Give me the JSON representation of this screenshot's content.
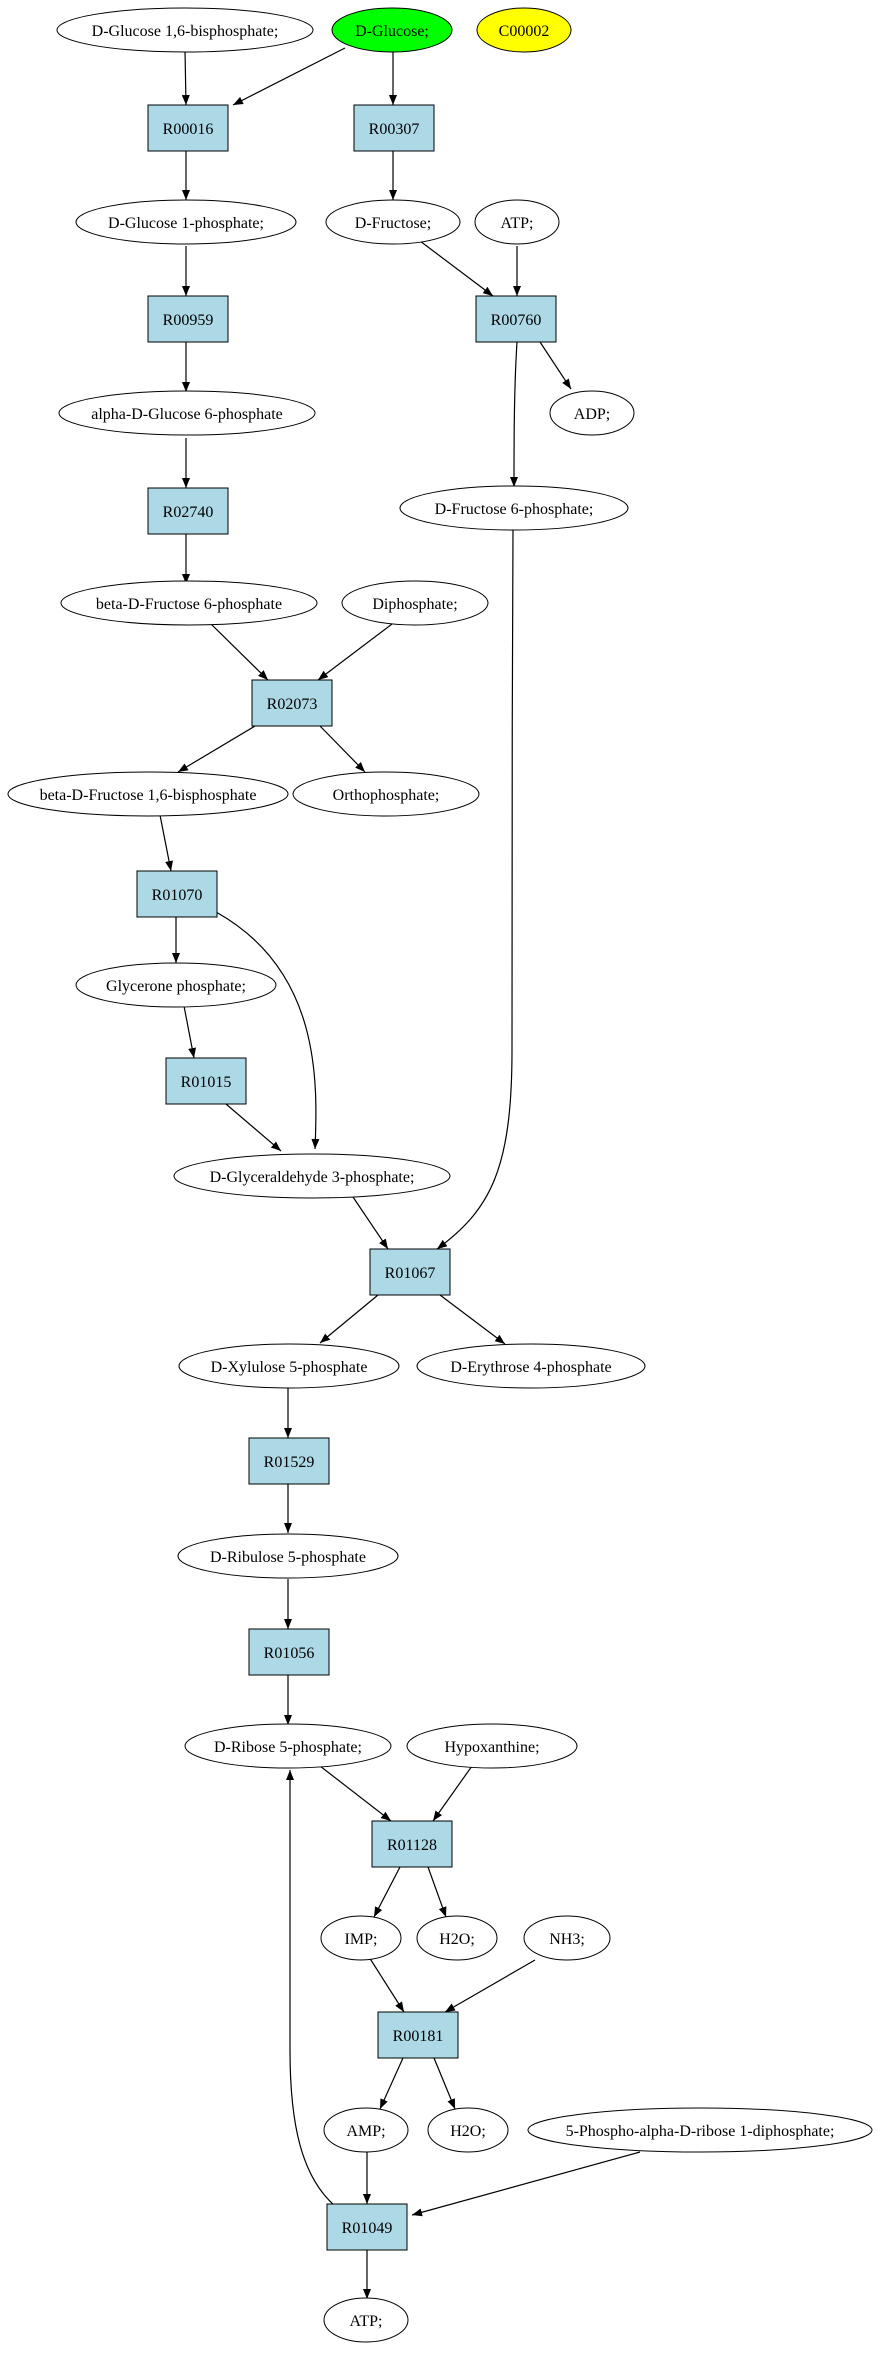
{
  "compounds": {
    "g16bp": "D-Glucose 1,6-bisphosphate;",
    "glucose": "D-Glucose;",
    "c00002": "C00002",
    "g1p": "D-Glucose 1-phosphate;",
    "fructose": "D-Fructose;",
    "atp_top": "ATP;",
    "ag6p": "alpha-D-Glucose 6-phosphate",
    "adp": "ADP;",
    "f6p": "D-Fructose 6-phosphate;",
    "bf6p": "beta-D-Fructose 6-phosphate",
    "diphosphate": "Diphosphate;",
    "bf16bp": "beta-D-Fructose 1,6-bisphosphate",
    "orthophosphate": "Orthophosphate;",
    "glycerone": "Glycerone phosphate;",
    "g3p": "D-Glyceraldehyde 3-phosphate;",
    "x5p": "D-Xylulose 5-phosphate",
    "e4p": "D-Erythrose 4-phosphate",
    "ru5p": "D-Ribulose 5-phosphate",
    "r5p": "D-Ribose 5-phosphate;",
    "hypoxanthine": "Hypoxanthine;",
    "imp": "IMP;",
    "h2o_1": "H2O;",
    "nh3": "NH3;",
    "amp": "AMP;",
    "h2o_2": "H2O;",
    "prpp": "5-Phospho-alpha-D-ribose 1-diphosphate;",
    "atp_bottom": "ATP;"
  },
  "reactions": {
    "r00016": "R00016",
    "r00307": "R00307",
    "r00959": "R00959",
    "r00760": "R00760",
    "r02740": "R02740",
    "r02073": "R02073",
    "r01070": "R01070",
    "r01015": "R01015",
    "r01067": "R01067",
    "r01529": "R01529",
    "r01056": "R01056",
    "r01128": "R01128",
    "r00181": "R00181",
    "r01049": "R01049"
  },
  "colors": {
    "start_compound": "#00ff00",
    "highlight_compound": "#ffff00",
    "reaction_fill": "#add8e6",
    "compound_fill": "#ffffff",
    "stroke": "#000000"
  }
}
